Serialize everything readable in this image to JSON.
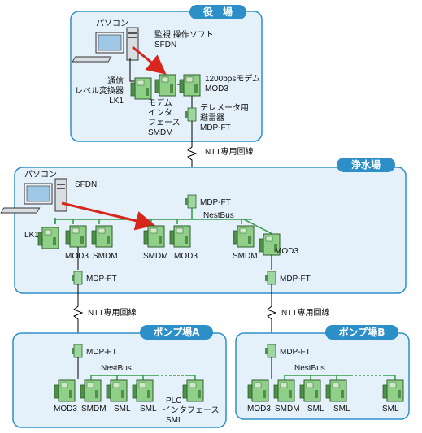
{
  "colors": {
    "panel_fill": "#e4f1fb",
    "panel_border": "#2d8fc8",
    "title_fill": "#2d8fc8",
    "bus_line": "#2e9a44",
    "device_green": "#8fcf87",
    "device_dark": "#4f8f4a",
    "red_arrow": "#d7261b",
    "black_line": "#000000"
  },
  "sections": {
    "yakuba": {
      "title": "役　場",
      "pc_label": "パソコン",
      "software_label": "監視 操作ソフト",
      "software_name": "SFDN",
      "modem_label": "1200bpsモデム",
      "modem_name": "MOD3",
      "level_conv_label_1": "通信",
      "level_conv_label_2": "レベル変換器",
      "level_conv_name": "LK1",
      "modem_if_label_1": "モデム",
      "modem_if_label_2": "インタ",
      "modem_if_label_3": "フェース",
      "modem_if_name": "SMDM",
      "arrester_label_1": "テレメータ用",
      "arrester_label_2": "避雷器",
      "arrester_name": "MDP-FT"
    },
    "jousui": {
      "title": "浄水場",
      "pc_label": "パソコン",
      "software_name": "SFDN",
      "lk1_label": "LK1",
      "mod3_label": "MOD3",
      "smdm_label": "SMDM",
      "smdm2_label": "SMDM",
      "mod3_2_label": "MOD3",
      "smdm3_label": "SMDM",
      "mod3_3_label": "MOD3",
      "bus_label": "NestBus",
      "arrester_top": "MDP-FT",
      "arrester_left": "MDP-FT",
      "arrester_right": "MDP-FT"
    },
    "pump_a": {
      "title": "ポンプ場A",
      "arrester": "MDP-FT",
      "bus_label": "NestBus",
      "mod3": "MOD3",
      "smdm": "SMDM",
      "sml1": "SML",
      "sml2": "SML",
      "plc_label_1": "PLC",
      "plc_label_2": "インタフェース",
      "plc_label_3": "SML"
    },
    "pump_b": {
      "title": "ポンプ場B",
      "arrester": "MDP-FT",
      "bus_label": "NestBus",
      "mod3": "MOD3",
      "smdm": "SMDM",
      "sml1": "SML",
      "sml2": "SML",
      "sml3": "SML"
    }
  },
  "lines": {
    "ntt_top": "NTT専用回線",
    "ntt_left": "NTT専用回線",
    "ntt_right": "NTT専用回線"
  }
}
